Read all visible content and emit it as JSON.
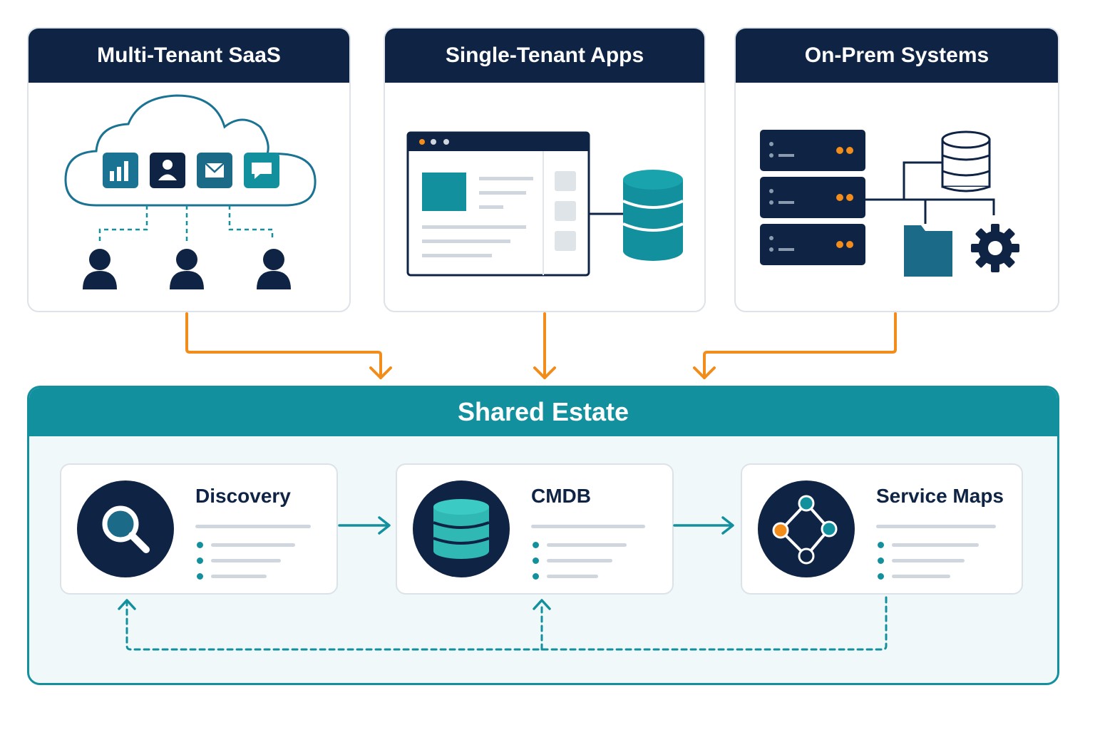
{
  "sources": {
    "saas": {
      "title": "Multi-Tenant SaaS"
    },
    "single": {
      "title": "Single-Tenant Apps"
    },
    "onprem": {
      "title": "On-Prem Systems"
    }
  },
  "estate": {
    "title": "Shared Estate",
    "stages": [
      {
        "title": "Discovery",
        "icon": "search-icon"
      },
      {
        "title": "CMDB",
        "icon": "database-icon"
      },
      {
        "title": "Service Maps",
        "icon": "network-nodes-icon"
      }
    ]
  },
  "colors": {
    "navy": "#0f2444",
    "teal": "#13909e",
    "orange": "#f28c1a",
    "light_teal": "#2fb8b4"
  }
}
